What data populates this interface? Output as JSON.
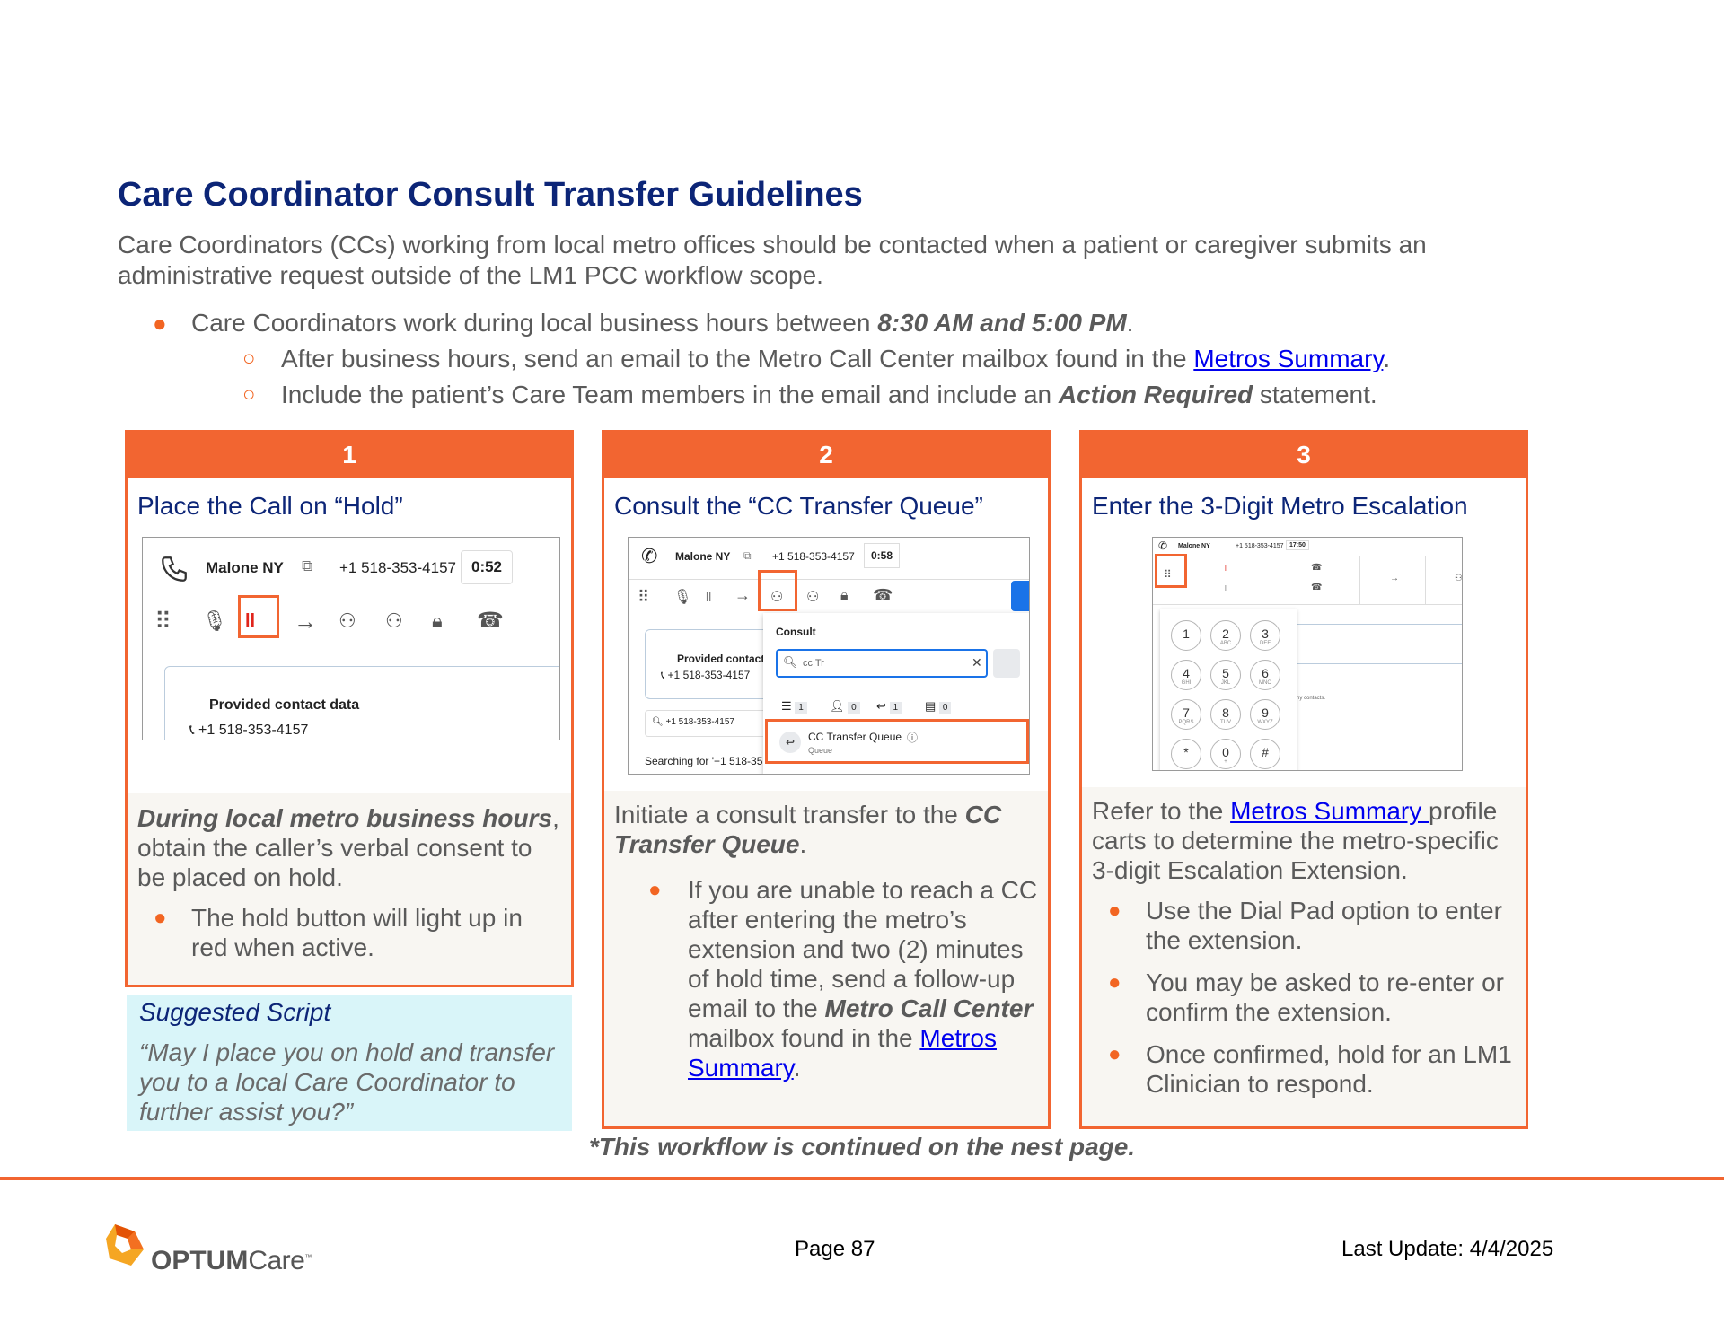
{
  "header": {
    "title": "Care Coordinator Consult Transfer Guidelines",
    "intro": "Care Coordinators (CCs) working from local metro offices should be contacted when a patient or caregiver submits an administrative request outside of the LM1 PCC workflow scope."
  },
  "bullets": {
    "main_pre": "Care Coordinators work during local business hours between ",
    "main_bold": "8:30 AM and 5:00 PM",
    "main_post": ".",
    "sub1_pre": "After business hours, send an email to the Metro Call Center mailbox found in the ",
    "sub1_link": "Metros Summary",
    "sub1_post": ".",
    "sub2_pre": "Include the patient’s Care Team members in the email and include an ",
    "sub2_bold": "Action Required",
    "sub2_post": " statement."
  },
  "card1": {
    "number": "1",
    "heading": "Place the Call on “Hold”",
    "shot": {
      "contact": "Malone NY",
      "phone": "+1 518-353-4157",
      "timer": "0:52",
      "provided": "Provided contact data",
      "provided_phone": "+1 518-353-4157"
    },
    "body_bold": "During local metro business hours",
    "body_rest": ", obtain the caller’s verbal consent to be placed on hold.",
    "bullet": "The hold button will light up in red when active."
  },
  "script": {
    "title": "Suggested Script",
    "quote": "“May I place you on hold and transfer you to a local Care Coordinator to further assist you?”"
  },
  "card2": {
    "number": "2",
    "heading": "Consult the “CC Transfer Queue”",
    "shot": {
      "contact": "Malone NY",
      "phone": "+1 518-353-4157",
      "timer": "0:58",
      "consult": "Consult",
      "search_value": "cc Tr",
      "tab_counts": [
        "1",
        "0",
        "1",
        "0"
      ],
      "provided": "Provided contact",
      "provided_phone": "+1 518-353-4157",
      "search_phone": "+1 518-353-4157",
      "searching": "Searching for '+1 518-35",
      "queue_name": "CC Transfer Queue",
      "queue_type": "Queue"
    },
    "body_pre": "Initiate a consult transfer to the ",
    "body_bold": "CC Transfer Queue",
    "body_post": ".",
    "bullet_pre": "If you are unable to reach a CC after entering the metro’s extension and two (2) minutes of hold time, send a follow-up email to the ",
    "bullet_bold": "Metro Call Center",
    "bullet_mid": " mailbox found in the ",
    "bullet_link": "Metros Summary",
    "bullet_post": "."
  },
  "card3": {
    "number": "3",
    "heading": "Enter the 3-Digit Metro Escalation",
    "shot": {
      "contact": "Malone NY",
      "phone": "+1 518-353-4157",
      "timer": "17:50",
      "keys": [
        {
          "d": "1",
          "l": ""
        },
        {
          "d": "2",
          "l": "ABC"
        },
        {
          "d": "3",
          "l": "DEF"
        },
        {
          "d": "4",
          "l": "GHI"
        },
        {
          "d": "5",
          "l": "JKL"
        },
        {
          "d": "6",
          "l": "MNO"
        },
        {
          "d": "7",
          "l": "PQRS"
        },
        {
          "d": "8",
          "l": "TUV"
        },
        {
          "d": "9",
          "l": "WXYZ"
        },
        {
          "d": "*",
          "l": ""
        },
        {
          "d": "0",
          "l": "+"
        },
        {
          "d": "#",
          "l": ""
        }
      ],
      "side_text": "ny contacts."
    },
    "body_pre": "Refer to the ",
    "body_link": "Metros Summary ",
    "body_post": "profile carts to determine the metro-specific 3-digit Escalation Extension.",
    "bullets": [
      "Use the Dial Pad option to enter the extension.",
      "You may be asked to re-enter or confirm the extension.",
      "Once confirmed, hold for an LM1 Clinician to respond."
    ]
  },
  "footer": {
    "continued": "*This workflow is continued on the nest page.",
    "page": "Page 87",
    "updated": "Last Update: 4/4/2025",
    "logo_main": "OPTUM",
    "logo_sub": "Care",
    "logo_tm": "™"
  },
  "colors": {
    "title": "#0c2577",
    "accent": "#f26531",
    "body": "#5a5a5a",
    "script_bg": "#d9f5f9",
    "card_body_bg": "#f8f6f2"
  }
}
